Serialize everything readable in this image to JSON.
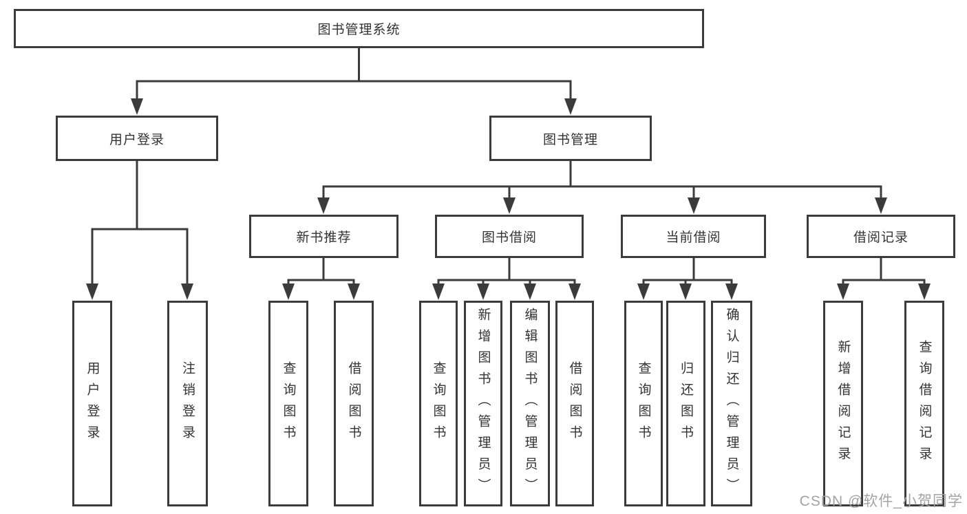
{
  "diagram": {
    "title": "图书管理系统",
    "nodes": {
      "root": "图书管理系统",
      "user_login": "用户登录",
      "book_management": "图书管理",
      "new_book_recommend": "新书推荐",
      "book_borrowing": "图书借阅",
      "current_borrowing": "当前借阅",
      "borrowing_records": "借阅记录"
    },
    "leaves": {
      "user_login": [
        "用户登录",
        "注销登录"
      ],
      "new_book_recommend": [
        "查询图书",
        "借阅图书"
      ],
      "book_borrowing": [
        "查询图书",
        "新增图书（管理员）",
        "编辑图书（管理员）",
        "借阅图书"
      ],
      "current_borrowing": [
        "查询图书",
        "归还图书",
        "确认归还（管理员）"
      ],
      "borrowing_records": [
        "新增借阅记录",
        "查询借阅记录"
      ]
    },
    "watermark": "CSDN @软件_小贺同学",
    "colors": {
      "line": "#3b3b3b",
      "text": "#333333",
      "watermark": "#a3a3a3",
      "background": "#ffffff"
    }
  }
}
